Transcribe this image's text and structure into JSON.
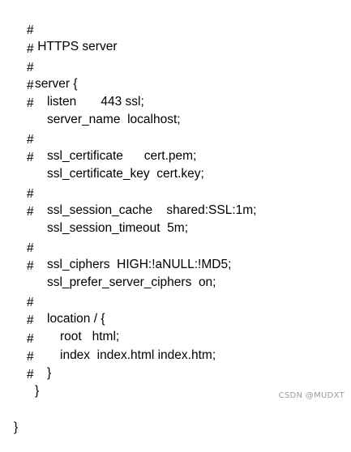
{
  "code_lines": [
    {
      "prefix": "#",
      "text": " HTTPS server"
    },
    {
      "prefix": "#",
      "text": ""
    },
    {
      "prefix": "#",
      "text": "server {"
    },
    {
      "prefix": "#",
      "text": "listen       443 ssl;"
    },
    {
      "prefix": "#",
      "text": "server_name  localhost;"
    },
    {
      "prefix": "",
      "text": ""
    },
    {
      "prefix": "#",
      "text": "ssl_certificate      cert.pem;"
    },
    {
      "prefix": "#",
      "text": "ssl_certificate_key  cert.key;"
    },
    {
      "prefix": "",
      "text": ""
    },
    {
      "prefix": "#",
      "text": "ssl_session_cache    shared:SSL:1m;"
    },
    {
      "prefix": "#",
      "text": "ssl_session_timeout  5m;"
    },
    {
      "prefix": "",
      "text": ""
    },
    {
      "prefix": "#",
      "text": "ssl_ciphers  HIGH:!aNULL:!MD5;"
    },
    {
      "prefix": "#",
      "text": "ssl_prefer_server_ciphers  on;"
    },
    {
      "prefix": "",
      "text": ""
    },
    {
      "prefix": "#",
      "text": "location / {"
    },
    {
      "prefix": "#",
      "text": "root   html;"
    },
    {
      "prefix": "#",
      "text": "index  index.html index.htm;"
    },
    {
      "prefix": "#",
      "text": "}"
    },
    {
      "prefix": "#",
      "text": "}"
    },
    {
      "prefix": "",
      "text": ""
    },
    {
      "prefix": "",
      "text": "}"
    }
  ],
  "watermark": "CSDN @MUDXT"
}
